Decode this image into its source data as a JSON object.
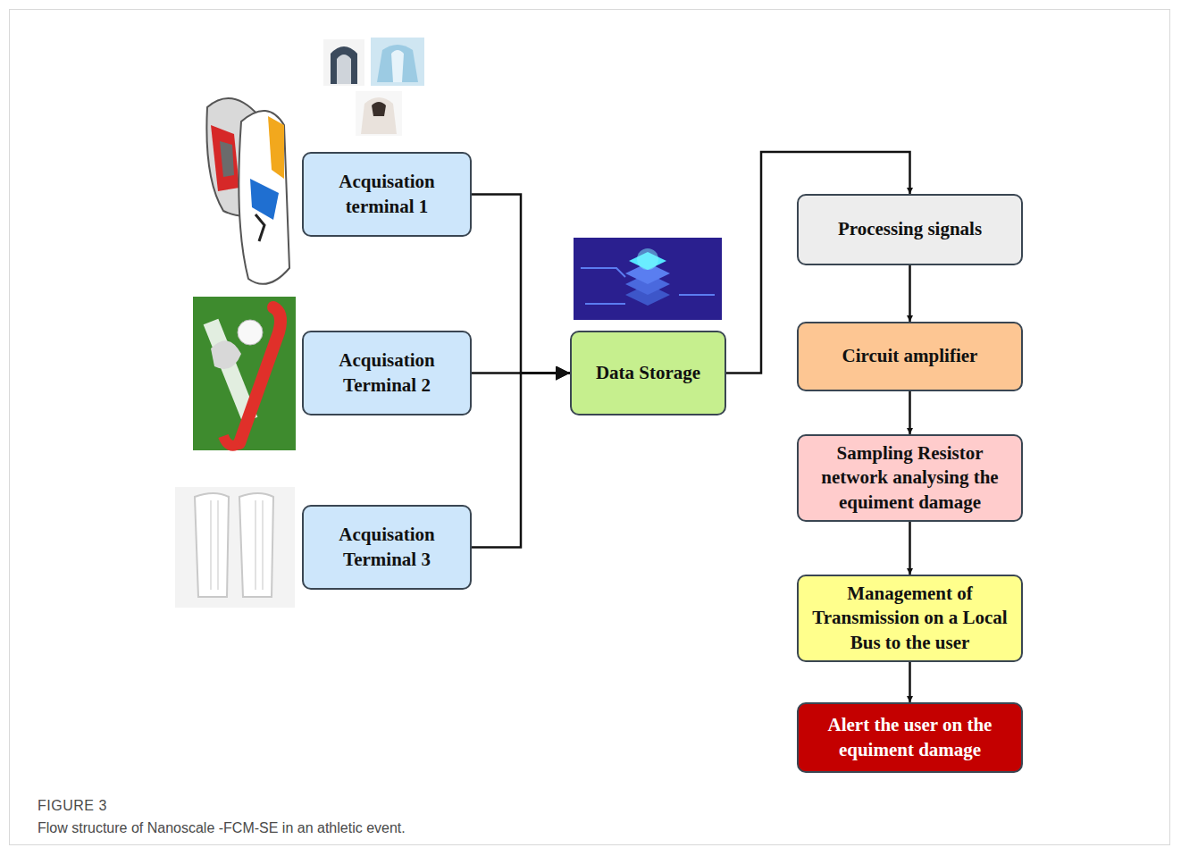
{
  "diagram": {
    "caption": "Flow structure of Nanoscale -FCM-SE in an athletic event.",
    "nodes": [
      {
        "text": [
          "Acquisation terminal 1"
        ]
      },
      {
        "text": [
          "Acquisation Terminal 2"
        ]
      },
      {
        "text": [
          "Acquisation Terminal 3"
        ]
      },
      {
        "text": [
          "Data Storage"
        ]
      },
      {
        "text": [
          "Processing signals"
        ]
      },
      {
        "text": [
          "Circuit amplifier"
        ]
      },
      {
        "text": [
          "Sampling Resistor network analysing the equiment damage"
        ]
      },
      {
        "text": [
          "Management of Transmission on a Local Bus to the user"
        ]
      },
      {
        "text": [
          "Alert the user on the equiment damage"
        ]
      }
    ],
    "edges": [
      {
        "from": 0,
        "to": 3,
        "arrow": "to"
      },
      {
        "from": 1,
        "to": 3,
        "arrow": "to"
      },
      {
        "from": 2,
        "to": 3,
        "arrow": "to"
      },
      {
        "from": 3,
        "to": 4,
        "arrow": "to"
      },
      {
        "from": 4,
        "to": 5,
        "arrow": "to"
      },
      {
        "from": 5,
        "to": 6,
        "arrow": "to"
      },
      {
        "from": 6,
        "to": 7,
        "arrow": "to"
      },
      {
        "from": 7,
        "to": 8,
        "arrow": "to"
      }
    ],
    "labels": [
      "FIGURE 3"
    ]
  }
}
